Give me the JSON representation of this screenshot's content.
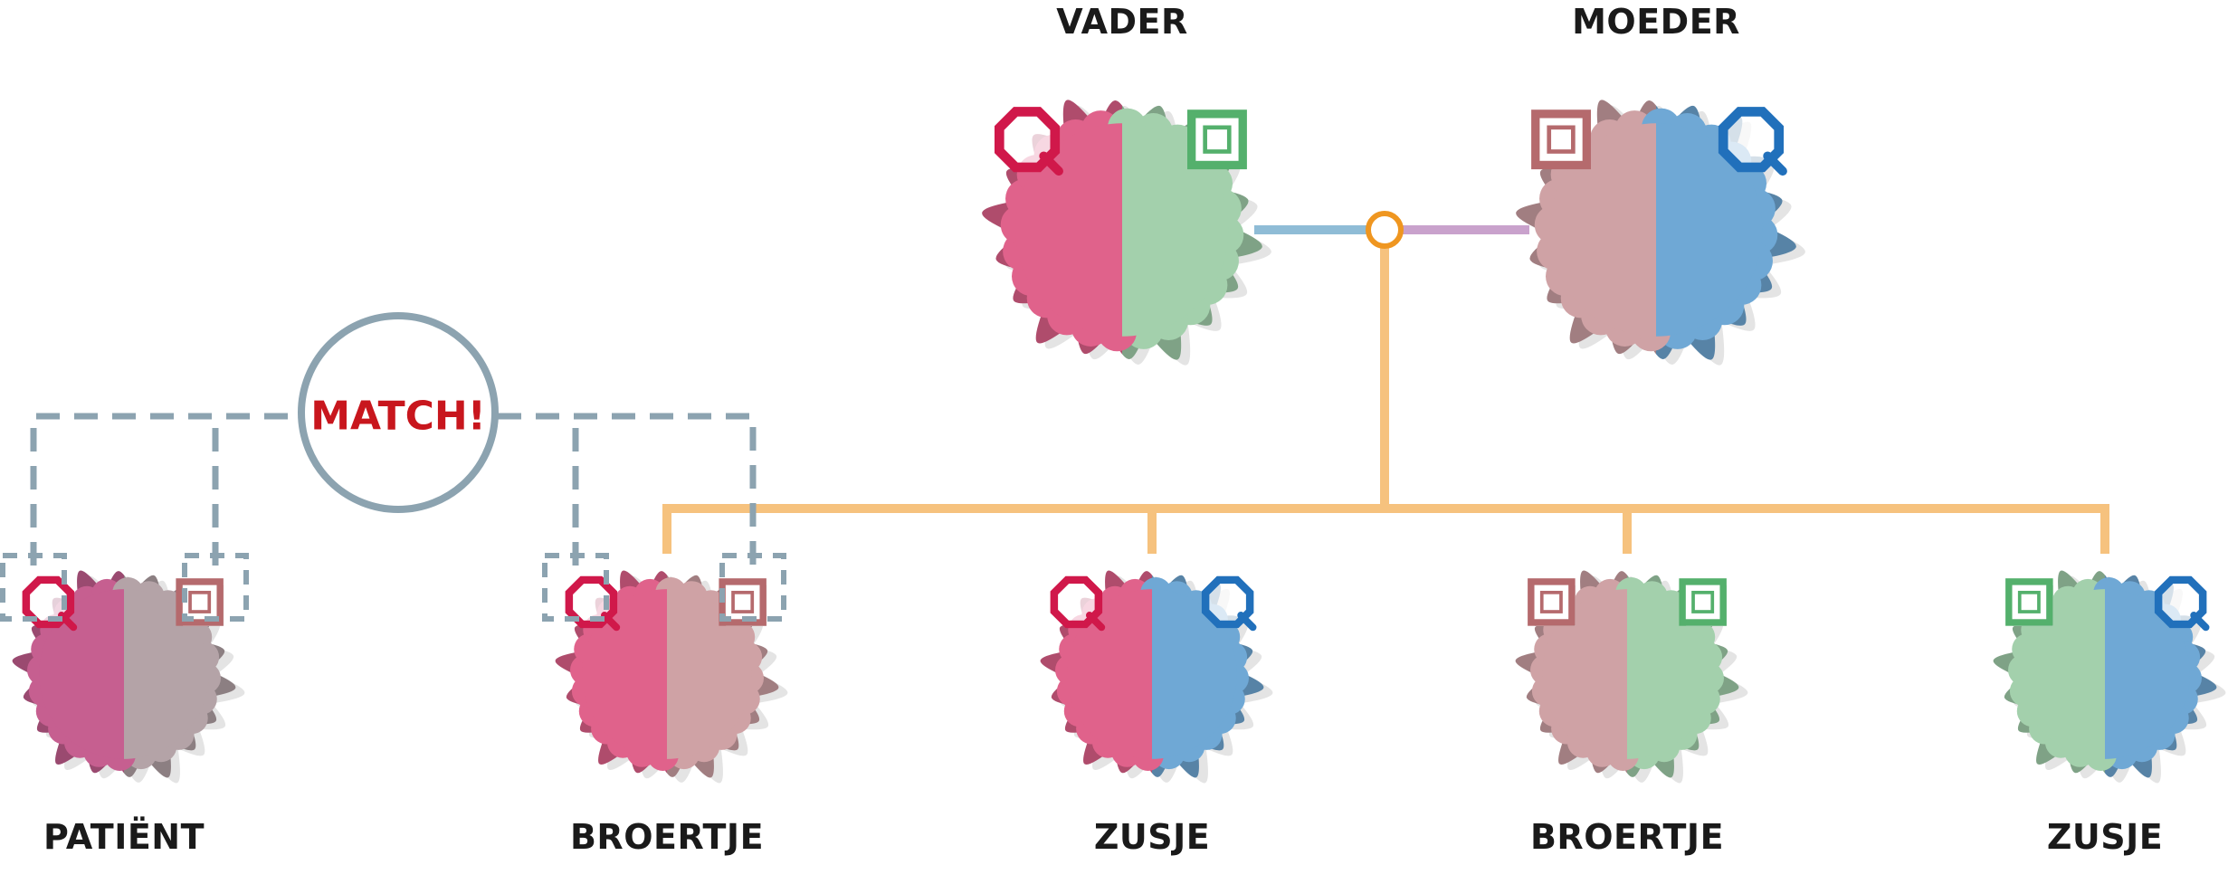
{
  "labels": {
    "vader": "VADER",
    "moeder": "MOEDER",
    "patient": "PATIËNT",
    "broertje1": "BROERTJE",
    "zusje1": "ZUSJE",
    "broertje2": "BROERTJE",
    "zusje2": "ZUSJE",
    "match": "MATCH!"
  },
  "colors": {
    "pink": "#e0628b",
    "green": "#a3d0ac",
    "rose": "#cfa2a5",
    "blue": "#6fa8d5",
    "plum": "#c65f90",
    "taupe": "#b4a3a7",
    "octagon_red": "#d0184a",
    "square_green": "#54b06c",
    "square_rose": "#b56a6d",
    "octagon_blue": "#2170bb",
    "tree_orange": "#f6c27e",
    "junction_orange": "#ef9620",
    "link_blue": "#8fbcd6",
    "link_purple": "#c9a2cc",
    "dash_gray": "#8ca3b0"
  },
  "cells": [
    {
      "id": "vader",
      "left": "pink",
      "right": "green",
      "leftMarker": "octagon_red",
      "rightMarker": "square_green"
    },
    {
      "id": "moeder",
      "left": "rose",
      "right": "blue",
      "leftMarker": "square_rose",
      "rightMarker": "octagon_blue"
    },
    {
      "id": "patient",
      "left": "plum",
      "right": "taupe",
      "leftMarker": "octagon_red",
      "rightMarker": "square_rose"
    },
    {
      "id": "broertje1",
      "left": "pink",
      "right": "rose",
      "leftMarker": "octagon_red",
      "rightMarker": "square_rose"
    },
    {
      "id": "zusje1",
      "left": "pink",
      "right": "blue",
      "leftMarker": "octagon_red",
      "rightMarker": "octagon_blue"
    },
    {
      "id": "broertje2",
      "left": "rose",
      "right": "green",
      "leftMarker": "square_rose",
      "rightMarker": "square_green"
    },
    {
      "id": "zusje2",
      "left": "green",
      "right": "blue",
      "leftMarker": "square_green",
      "rightMarker": "octagon_blue"
    }
  ]
}
